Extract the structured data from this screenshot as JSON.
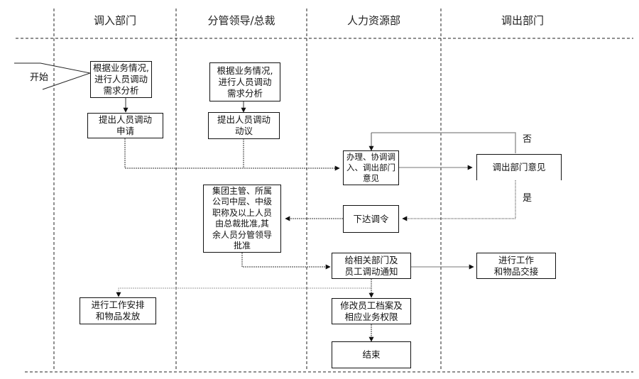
{
  "lanes": [
    {
      "title": "调入部门"
    },
    {
      "title": "分管领导/总裁"
    },
    {
      "title": "人力资源部"
    },
    {
      "title": "调出部门"
    }
  ],
  "start": {
    "label": "开始"
  },
  "nodes": {
    "in_analysis": "根据业务情况,\n进行人员调动\n需求分析",
    "in_apply": "提出人员调动\n申请",
    "lead_analysis": "根据业务情况,\n进行人员调动\n需求分析",
    "lead_propose": "提出人员调动\n动议",
    "hr_coordinate": "办理、协调调\n入、调出部门\n意见",
    "out_opinion": "调出部门意见",
    "hr_order": "下达调令",
    "approval": "集团主管、所属\n公司中层、中级\n职称及以上人员\n由总裁批准,其\n余人员分管领导\n批准",
    "hr_notify": "给相关部门及\n员工调动通知",
    "out_handover": "进行工作\n和物品交接",
    "in_arrange": "进行工作安排\n和物品发放",
    "hr_update": "修改员工档案及\n相应业务权限",
    "end": "结束"
  },
  "decision_labels": {
    "no": "否",
    "yes": "是"
  }
}
